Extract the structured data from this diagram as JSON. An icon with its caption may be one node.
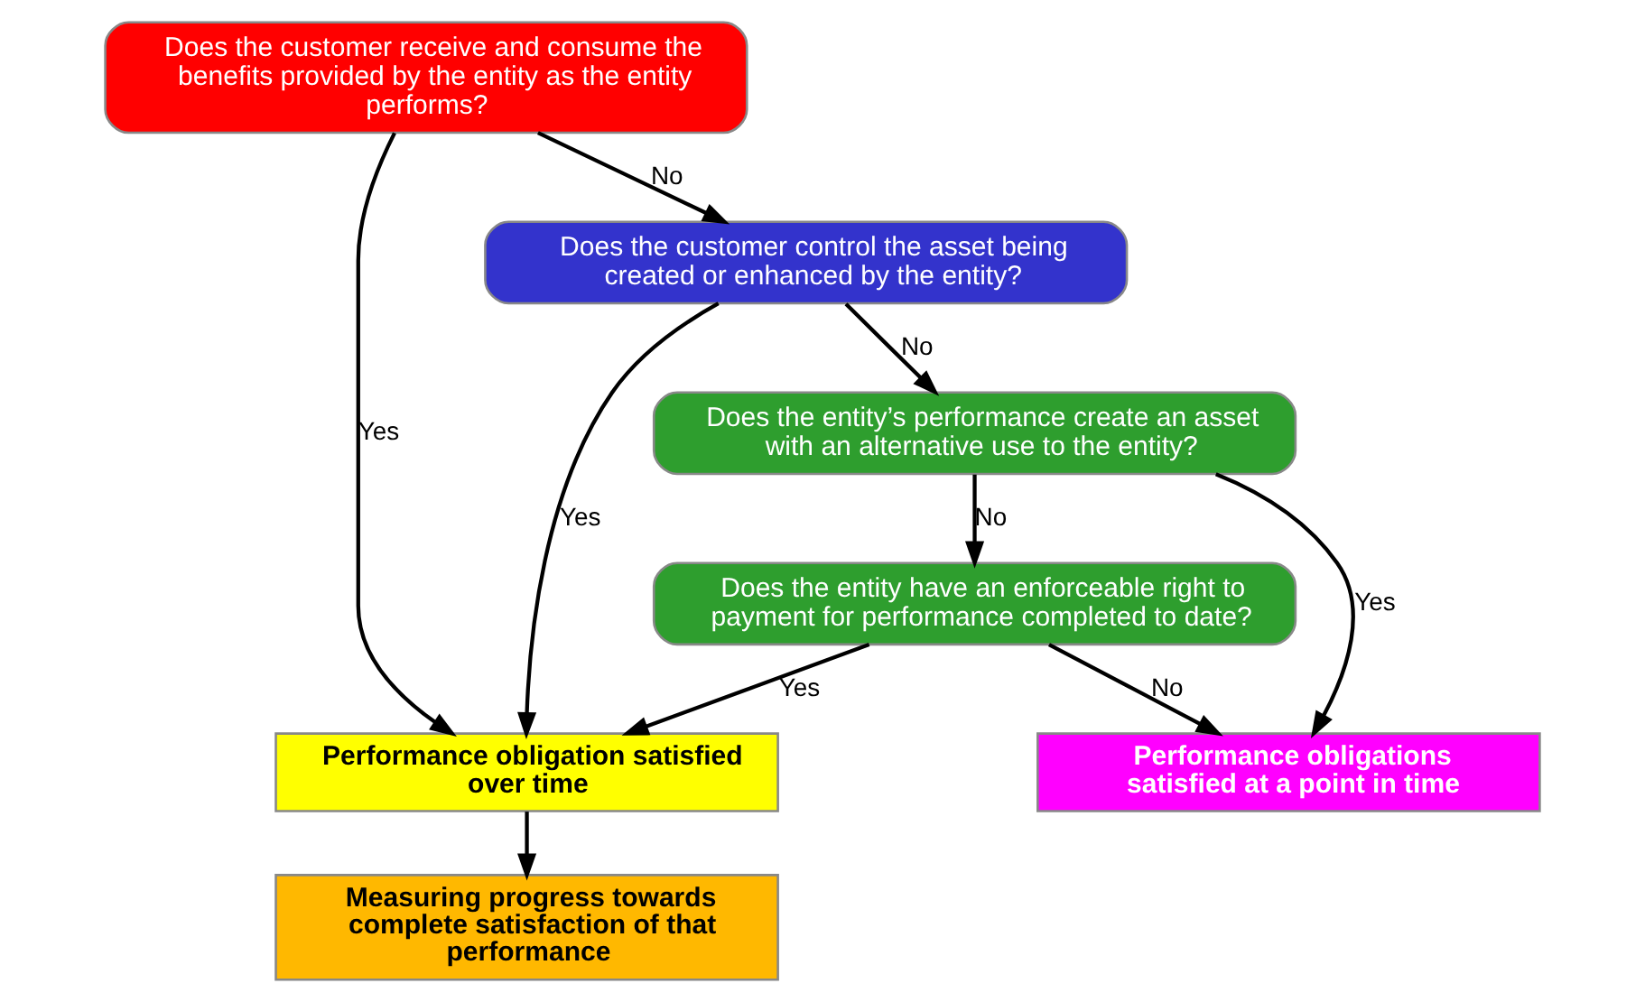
{
  "diagram": {
    "nodes": [
      {
        "text": [
          "Does the customer receive and consume the benefits provided by the entity as the entity performs?"
        ]
      },
      {
        "text": [
          "Does the customer control the asset being created or enhanced by the entity?"
        ]
      },
      {
        "text": [
          "Does the entity’s performance create an asset with an alternative use to the entity?"
        ]
      },
      {
        "text": [
          "Does the entity have an enforceable right to payment for performance completed to date?"
        ]
      },
      {
        "text": [
          "Performance obligation satisfied over time"
        ]
      },
      {
        "text": [
          "Performance obligations satisfied at a point in time"
        ]
      },
      {
        "text": [
          "Measuring progress towards complete satisfaction of that performance"
        ]
      }
    ],
    "edges": [
      {
        "from": 0,
        "to": 1,
        "arrow": "to",
        "label": "No"
      },
      {
        "from": 1,
        "to": 2,
        "arrow": "to",
        "label": "No"
      },
      {
        "from": 2,
        "to": 3,
        "arrow": "to",
        "label": "No"
      },
      {
        "from": 0,
        "to": 4,
        "arrow": "to",
        "label": "Yes"
      },
      {
        "from": 1,
        "to": 4,
        "arrow": "to",
        "label": "Yes"
      },
      {
        "from": 3,
        "to": 4,
        "arrow": "to",
        "label": "Yes"
      },
      {
        "from": 2,
        "to": 5,
        "arrow": "to",
        "label": "Yes"
      },
      {
        "from": 3,
        "to": 5,
        "arrow": "to",
        "label": "No"
      },
      {
        "from": 4,
        "to": 6,
        "arrow": "to"
      }
    ]
  }
}
